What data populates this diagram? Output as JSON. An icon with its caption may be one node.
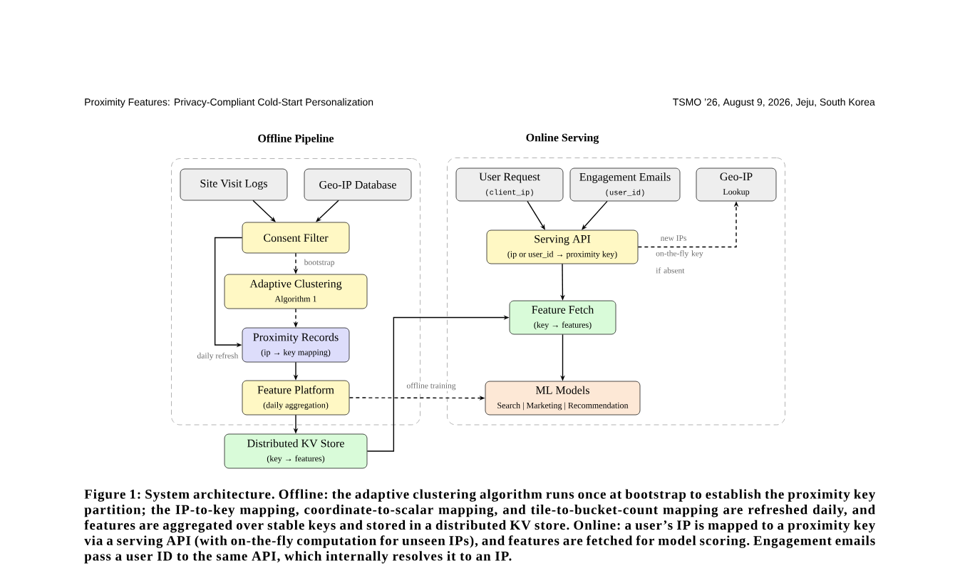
{
  "diagram": {
    "caption": "Figure 1: System architecture. Offline: the adaptive clustering algorithm runs once at bootstrap to establish the proximity key partition; the IP-to-key mapping, coordinate-to-scalar mapping, and tile-to-bucket-count mapping are refreshed daily, and features are aggregated over stable keys and stored in a distributed KV store. Online: a user’s IP is mapped to a proximity key via a serving API (with on-the-fly computation for unseen IPs), and features are fetched for model scoring. Engagement emails pass a user ID to the same API, which internally resolves it to an IP.",
    "nodes": [
      {
        "text": [
          "Offline Pipeline"
        ]
      },
      {
        "text": [
          "Site Visit Logs"
        ],
        "in": 0
      },
      {
        "text": [
          "Geo-IP Database"
        ],
        "in": 0
      },
      {
        "text": [
          "Consent Filter"
        ],
        "in": 0
      },
      {
        "text": [
          "Adaptive Clustering",
          "Algorithm 1"
        ],
        "in": 0
      },
      {
        "text": [
          "Proximity Records",
          "(ip → key mapping)"
        ],
        "in": 0
      },
      {
        "text": [
          "Feature Platform",
          "(daily aggregation)"
        ],
        "in": 0
      },
      {
        "text": [
          "Distributed KV Store",
          "(key → features)"
        ]
      },
      {
        "text": [
          "Online Serving"
        ]
      },
      {
        "text": [
          "User Request",
          "(client_ip)"
        ],
        "in": 8
      },
      {
        "text": [
          "Engagement Emails",
          "(user_id)"
        ],
        "in": 8
      },
      {
        "text": [
          "Geo-IP",
          "Lookup"
        ],
        "in": 8
      },
      {
        "text": [
          "Serving API",
          "(ip or user_id → proximity key)"
        ],
        "in": 8
      },
      {
        "text": [
          "Feature Fetch",
          "(key → features)"
        ],
        "in": 8
      },
      {
        "text": [
          "ML Models",
          "Search | Marketing | Recommendation"
        ],
        "in": 8
      }
    ],
    "edges": [
      {
        "from": 1,
        "to": 3,
        "arrow": "to"
      },
      {
        "from": 2,
        "to": 3,
        "arrow": "to"
      },
      {
        "from": 3,
        "to": 4,
        "arrow": "to",
        "style": "dashed",
        "label": "bootstrap"
      },
      {
        "from": 4,
        "to": 5,
        "arrow": "to",
        "style": "dashed"
      },
      {
        "from": 3,
        "to": 5,
        "arrow": "to",
        "label": "daily refresh"
      },
      {
        "from": 5,
        "to": 6,
        "arrow": "to"
      },
      {
        "from": 6,
        "to": 7,
        "arrow": "to"
      },
      {
        "from": 6,
        "to": 14,
        "arrow": "to",
        "style": "dashed",
        "label": "offline training"
      },
      {
        "from": 7,
        "to": 13,
        "arrow": "to"
      },
      {
        "from": 9,
        "to": 12,
        "arrow": "to"
      },
      {
        "from": 10,
        "to": 12,
        "arrow": "to"
      },
      {
        "from": 12,
        "to": 11,
        "arrow": "to",
        "style": "dashed",
        "label": "new IPs"
      },
      {
        "from": 12,
        "to": 13,
        "arrow": "to"
      },
      {
        "from": 13,
        "to": 14,
        "arrow": "to"
      }
    ],
    "labels": [
      "Proximity Features: Privacy-Compliant Cold-Start Personalization",
      "TSMO ’26, August 9, 2026, Jeju, South Korea",
      "on-the-fly key if absent"
    ]
  }
}
